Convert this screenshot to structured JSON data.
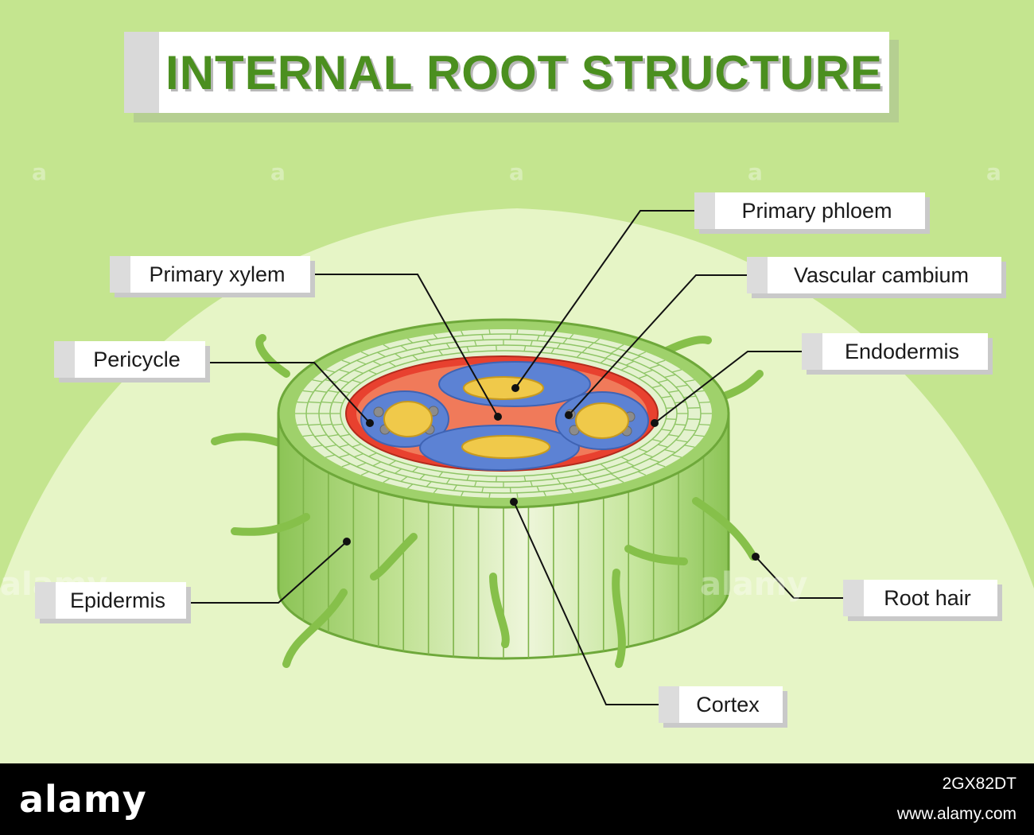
{
  "title": "INTERNAL ROOT STRUCTURE",
  "labels": {
    "primary_phloem": "Primary phloem",
    "primary_xylem": "Primary xylem",
    "vascular_cambium": "Vascular cambium",
    "pericycle": "Pericycle",
    "endodermis": "Endodermis",
    "epidermis": "Epidermis",
    "root_hair": "Root hair",
    "cortex": "Cortex"
  },
  "watermark": {
    "mark": "a",
    "text": "alamy"
  },
  "footer": {
    "logo": "alamy",
    "image_id": "2GX82DT",
    "url": "www.alamy.com"
  },
  "colors": {
    "background": "#c4e58f",
    "dome": "#e6f5c6",
    "title_green": "#4b8f1f",
    "epidermis_green": "#b6dd86",
    "cortex_cell": "#e4f2cf",
    "endodermis_red": "#e8412f",
    "phloem_blue": "#5c82d4",
    "xylem_yellow": "#f0c94a",
    "cambium_gray": "#8c8c8c"
  }
}
